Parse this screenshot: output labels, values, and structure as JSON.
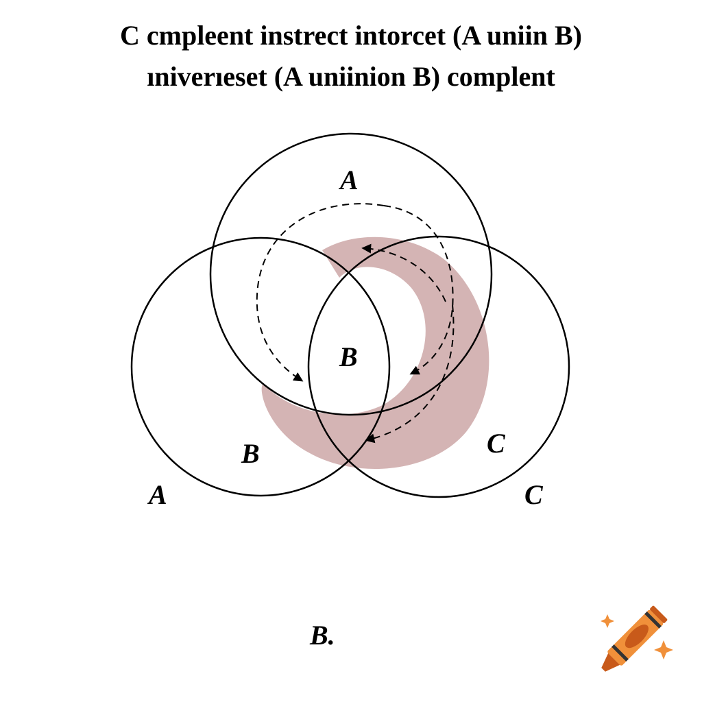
{
  "title": {
    "line1": "C cmpleent instrect intorcet (A uniin B)",
    "line2": "ıniverıeset (A uniinion B) complent"
  },
  "diagram": {
    "type": "venn-three-circles",
    "labels": {
      "top_circle": "A",
      "center": "B",
      "left_inner": "B",
      "left_outer": "A",
      "right_inner": "C",
      "right_outer": "C",
      "bottom": "B."
    },
    "colors": {
      "stroke": "#000000",
      "highlight": "#d4b4b4",
      "background": "#ffffff"
    }
  },
  "logo": {
    "icon": "crayon-icon",
    "colors": {
      "body": "#f0903a",
      "dark": "#c85a1a",
      "band": "#333333"
    }
  }
}
